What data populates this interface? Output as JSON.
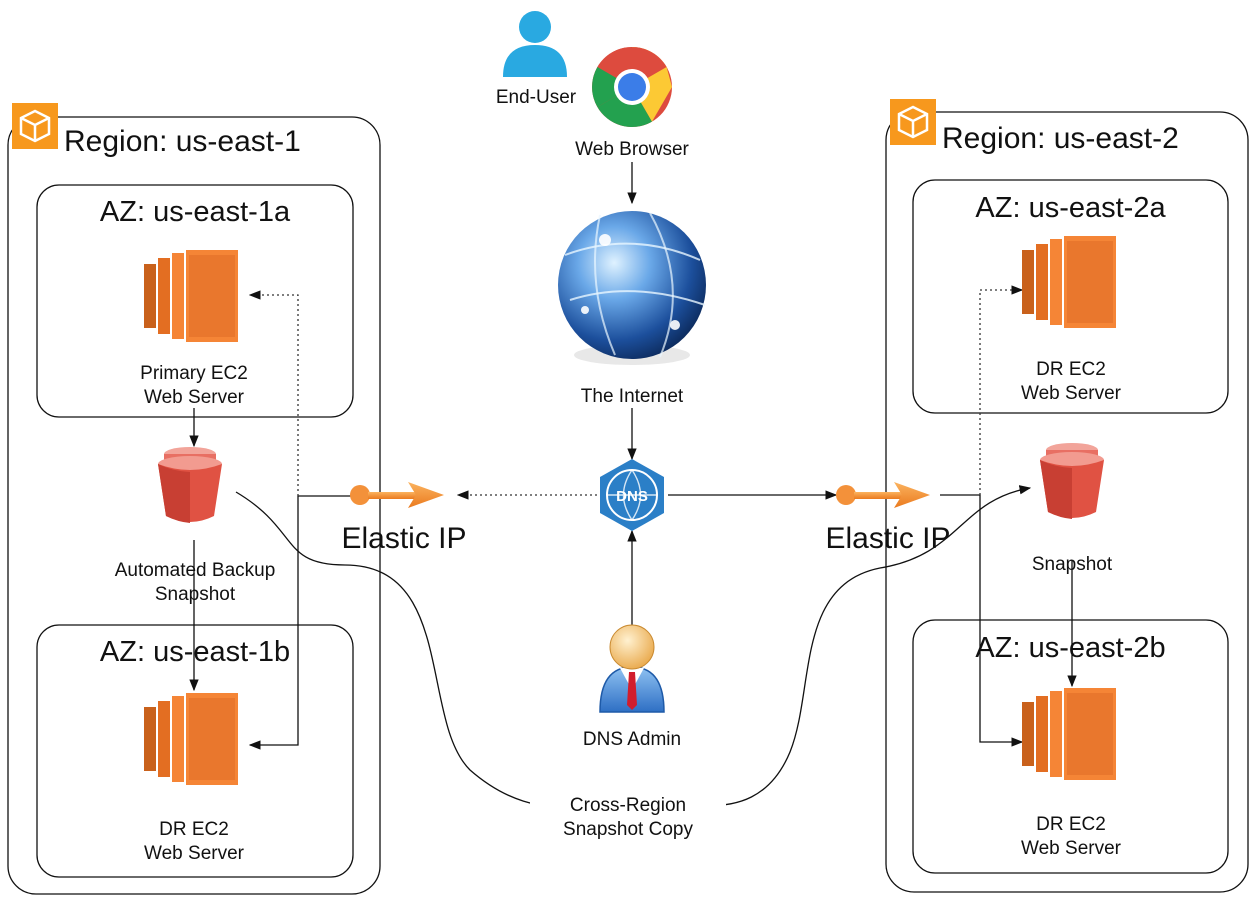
{
  "regions": [
    {
      "title": "Region: us-east-1"
    },
    {
      "title": "Region: us-east-2"
    }
  ],
  "azs": {
    "east1a": "AZ: us-east-1a",
    "east1b": "AZ: us-east-1b",
    "east2a": "AZ: us-east-2a",
    "east2b": "AZ: us-east-2b"
  },
  "servers": {
    "primary": "Primary EC2\nWeb Server",
    "dr_1b": "DR EC2\nWeb Server",
    "dr_2a": "DR EC2\nWeb Server",
    "dr_2b": "DR EC2\nWeb Server"
  },
  "storage": {
    "backup": "Automated Backup\nSnapshot",
    "snapshot": "Snapshot"
  },
  "center": {
    "end_user": "End-User",
    "browser": "Web Browser",
    "internet": "The Internet",
    "dns": "DNS",
    "dns_admin": "DNS Admin",
    "cross_region": "Cross-Region\nSnapshot Copy"
  },
  "elastic_ip": {
    "left": "Elastic IP",
    "right": "Elastic IP"
  },
  "colors": {
    "aws_orange": "#f7981d",
    "ec2_orange": "#f58536",
    "bucket_red": "#e05243",
    "dns_blue": "#2b7fc7"
  },
  "icons": [
    "region-icon",
    "ec2-icon",
    "s3-bucket-icon",
    "user-icon",
    "chrome-icon",
    "globe-icon",
    "dns-icon",
    "admin-icon",
    "elastic-ip-icon"
  ]
}
